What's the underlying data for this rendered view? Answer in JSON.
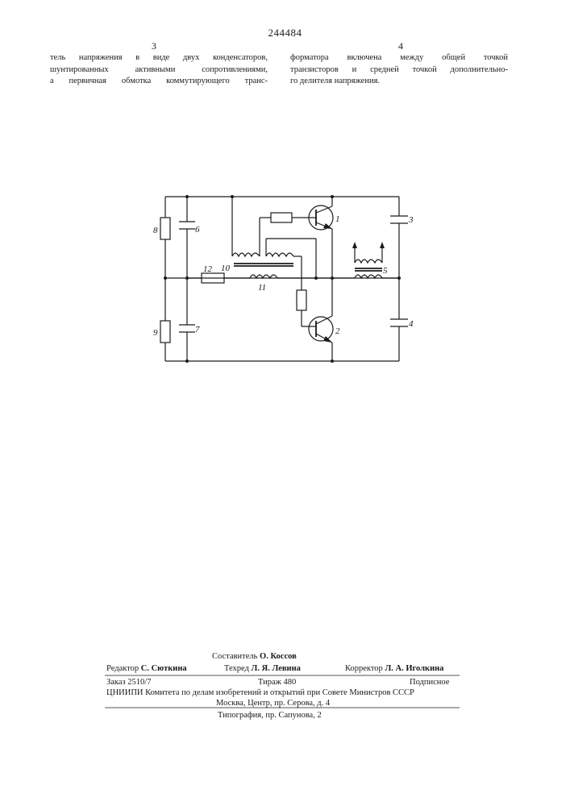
{
  "patent_number": "244484",
  "column_numbers": {
    "left": "3",
    "right": "4"
  },
  "left_column": [
    "тель напряжения в виде двух конденсаторов,",
    "шунтированных активными сопротивлениями,",
    "а первичная обмотка коммутирующего транс-"
  ],
  "right_column": [
    "форматора включена между общей точкой",
    "транзисторов и средней точкой дополнительно-",
    "го делителя напряжения."
  ],
  "diagram": {
    "labels": [
      "1",
      "2",
      "3",
      "4",
      "5",
      "6",
      "7",
      "8",
      "9",
      "10",
      "11",
      "12"
    ]
  },
  "imprint": {
    "compiler_label": "Составитель",
    "compiler": "О. Коссов",
    "editor_label": "Редактор",
    "editor": "С. Сюткина",
    "techred_label": "Техред",
    "techred": "Л. Я. Левина",
    "corrector_label": "Корректор",
    "corrector": "Л. А. Иголкина",
    "order": "Заказ 2510/7",
    "circulation": "Тираж 480",
    "subscription": "Подписное",
    "committee": "ЦНИИПИ Комитета по делам изобретений и открытий при Совете Министров СССР",
    "address": "Москва, Центр, пр. Серова, д. 4",
    "printing": "Типография, пр. Сапунова, 2"
  }
}
